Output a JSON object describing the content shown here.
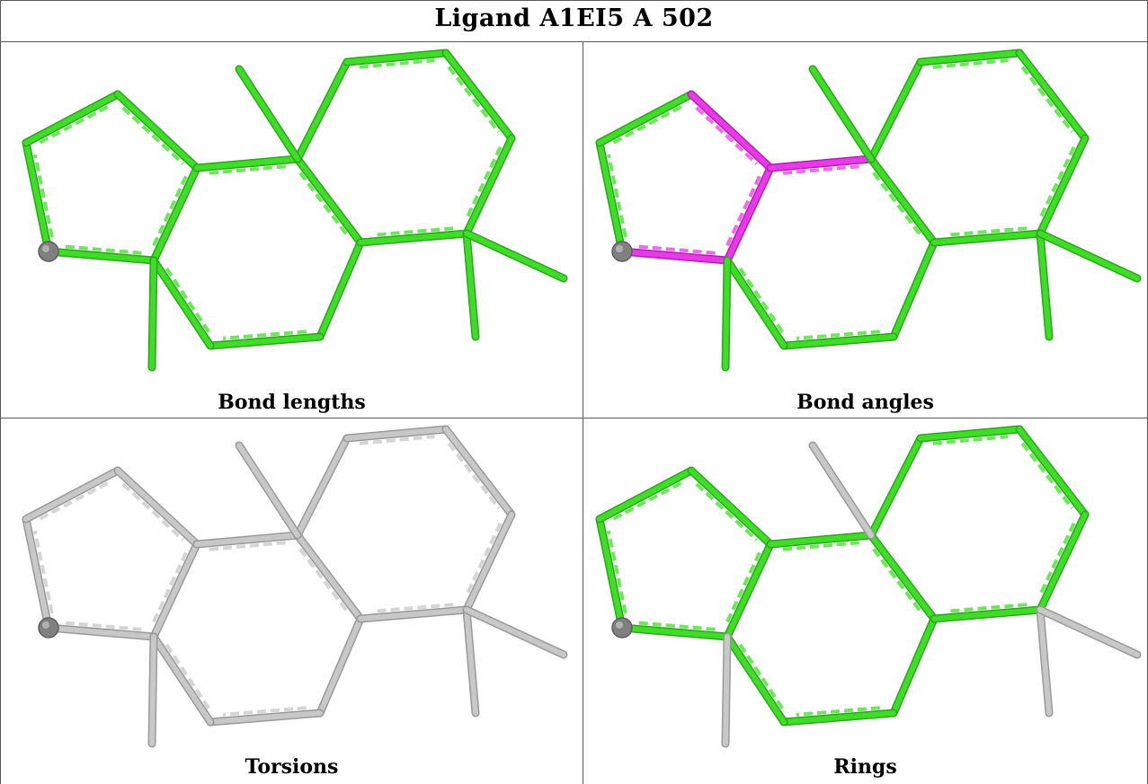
{
  "title": "Ligand A1EI5 A 502",
  "panels": [
    {
      "caption": "Bond lengths",
      "mode": "all-green"
    },
    {
      "caption": "Bond angles",
      "mode": "angles"
    },
    {
      "caption": "Torsions",
      "mode": "all-grey"
    },
    {
      "caption": "Rings",
      "mode": "rings"
    }
  ],
  "colors": {
    "green": "#3fdc28",
    "green_dark": "#2aa81a",
    "grey": "#c8c8c8",
    "grey_dark": "#9a9a9a",
    "magenta": "#e83ae8",
    "magenta_dark": "#b21fb2",
    "atom": "#808080",
    "border": "#5a5a5a"
  }
}
